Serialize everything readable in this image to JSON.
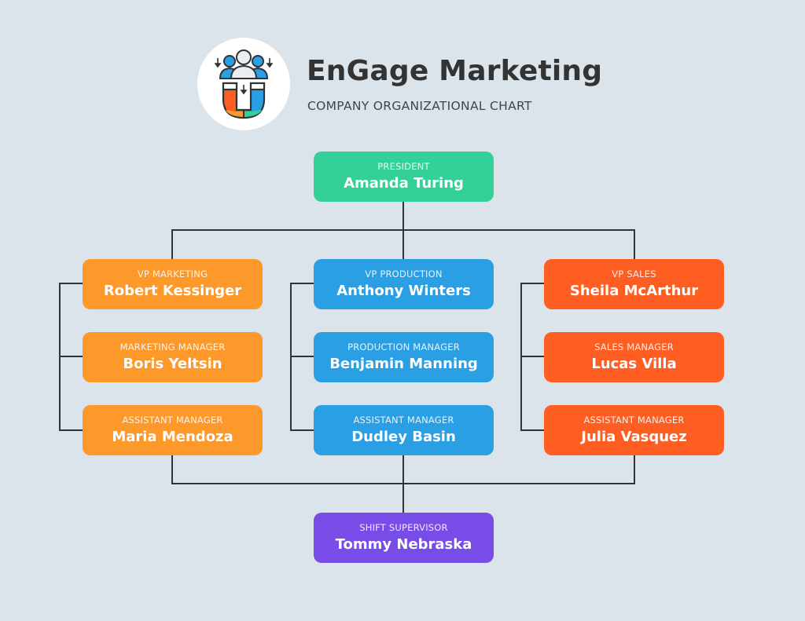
{
  "header": {
    "title": "EnGage Marketing",
    "subtitle": "COMPANY ORGANIZATIONAL CHART",
    "logo_icon": "magnet-people-icon"
  },
  "colors": {
    "background": "#dbe4ea",
    "connector": "#333333",
    "president": "#33d198",
    "marketing": "#fd982a",
    "production": "#2b9fe3",
    "sales": "#fe5e22",
    "supervisor": "#784ce6"
  },
  "president": {
    "role": "PRESIDENT",
    "name": "Amanda Turing"
  },
  "departments": {
    "marketing": [
      {
        "role": "VP MARKETING",
        "name": "Robert Kessinger"
      },
      {
        "role": "MARKETING MANAGER",
        "name": "Boris Yeltsin"
      },
      {
        "role": "ASSISTANT MANAGER",
        "name": "Maria Mendoza"
      }
    ],
    "production": [
      {
        "role": "VP PRODUCTION",
        "name": "Anthony Winters"
      },
      {
        "role": "PRODUCTION MANAGER",
        "name": "Benjamin Manning"
      },
      {
        "role": "ASSISTANT MANAGER",
        "name": "Dudley Basin"
      }
    ],
    "sales": [
      {
        "role": "VP SALES",
        "name": "Sheila McArthur"
      },
      {
        "role": "SALES MANAGER",
        "name": "Lucas Villa"
      },
      {
        "role": "ASSISTANT MANAGER",
        "name": "Julia Vasquez"
      }
    ]
  },
  "supervisor": {
    "role": "SHIFT SUPERVISOR",
    "name": "Tommy Nebraska"
  }
}
